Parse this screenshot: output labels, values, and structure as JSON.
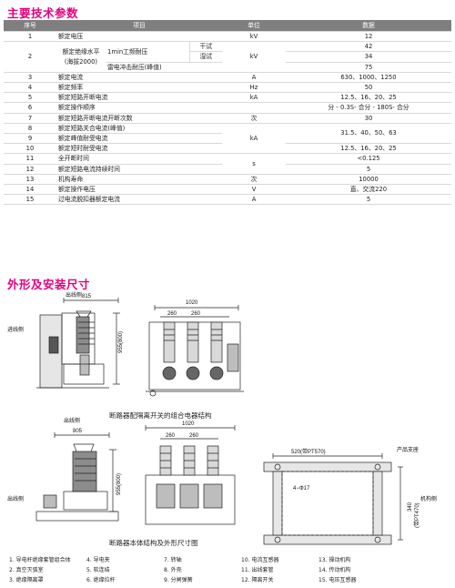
{
  "titles": {
    "spec": "主要技术参数",
    "dims": "外形及安装尺寸"
  },
  "table": {
    "headers": [
      "序号",
      "项目",
      "单位",
      "数据"
    ],
    "rows": {
      "r1": {
        "no": "1",
        "item": "额定电压",
        "unit": "kV",
        "val": "12"
      },
      "r2a": {
        "no": "2",
        "group": "额定绝缘水平",
        "group2": "(海拔2000)",
        "sub": "1min工频耐压",
        "cond": "干试",
        "unit": "kV",
        "val": "42"
      },
      "r2b": {
        "cond": "湿试",
        "val": "34"
      },
      "r2c": {
        "sub": "雷电冲击耐压(峰值)",
        "val": "75"
      },
      "r3": {
        "no": "3",
        "item": "额定电流",
        "unit": "A",
        "val": "630、1000、1250"
      },
      "r4": {
        "no": "4",
        "item": "额定频率",
        "unit": "Hz",
        "val": "50"
      },
      "r5": {
        "no": "5",
        "item": "额定短路开断电流",
        "unit": "kA",
        "val": "12.5、16、20、25"
      },
      "r6": {
        "no": "6",
        "item": "额定操作顺序",
        "unit": "",
        "val": "分 - 0.3S- 合分 - 180S- 合分"
      },
      "r7": {
        "no": "7",
        "item": "额定短路开断电流开断次数",
        "unit": "次",
        "val": "30"
      },
      "r8": {
        "no": "8",
        "item": "额定短路关合电流(峰值)",
        "unit": "",
        "val": ""
      },
      "r9": {
        "no": "9",
        "item": "额定峰值耐受电流",
        "unit": "kA",
        "val": "31.5、40、50、63"
      },
      "r10": {
        "no": "10",
        "item": "额定短时耐受电流",
        "unit": "",
        "val": "12.5、16、20、25"
      },
      "r11": {
        "no": "11",
        "item": "全开断时间",
        "unit": "",
        "val": "<0.125"
      },
      "r12": {
        "no": "12",
        "item": "额定短路电流持续时间",
        "unit": "s",
        "val": "5"
      },
      "r13": {
        "no": "13",
        "item": "机构寿命",
        "unit": "次",
        "val": "10000"
      },
      "r14": {
        "no": "14",
        "item": "额定操作电压",
        "unit": "V",
        "val": "直、交流220"
      },
      "r15": {
        "no": "15",
        "item": "过电流脱扣器额定电流",
        "unit": "A",
        "val": "5"
      }
    }
  },
  "drawings": {
    "top_caption": "断路器配隔离开关的组合电器结构",
    "bottom_caption": "断路器本体结构及外形尺寸图",
    "labels": {
      "out_side": "出线侧",
      "in_side": "进线侧",
      "product_support": "产品支座",
      "mech_side": "机构侧",
      "d815": "815",
      "d805": "805",
      "d1020a": "1020",
      "d1020b": "1020",
      "d260a": "260",
      "d260b": "260",
      "d260c": "260",
      "d260d": "260",
      "d955a": "955(800)",
      "d955b": "955(800)",
      "d520": "520(带PT570)",
      "d340": "340",
      "dpt470": "(带PT470)",
      "hole": "4−Φ17"
    }
  },
  "legend": [
    "1. 导电杆绝缘套管组合体",
    "4. 导电夹",
    "7. 转轴",
    "10. 电流互感器",
    "13. 操动机构",
    "2. 真空灭弧室",
    "5. 软连结",
    "8. 外壳",
    "11. 出线套管",
    "14. 传动机构",
    "3. 绝缘隔离罩",
    "6. 绝缘拉杆",
    "9. 分闸弹簧",
    "12. 隔离开关",
    "15. 电压互感器"
  ]
}
